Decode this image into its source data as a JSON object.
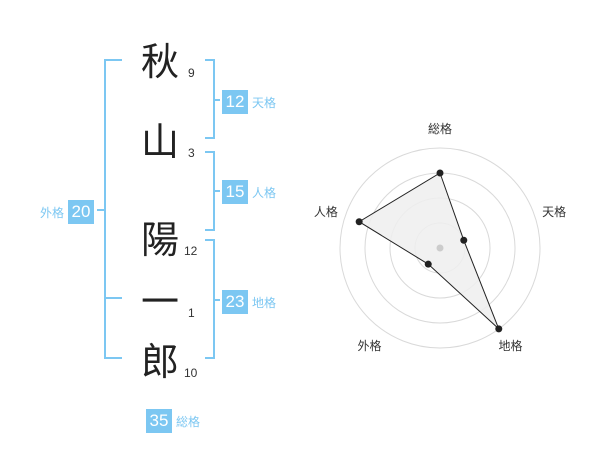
{
  "name": {
    "characters": [
      {
        "char": "秋",
        "strokes": "9"
      },
      {
        "char": "山",
        "strokes": "3"
      },
      {
        "char": "陽",
        "strokes": "12"
      },
      {
        "char": "一",
        "strokes": "1"
      },
      {
        "char": "郎",
        "strokes": "10"
      }
    ]
  },
  "fortune": {
    "tenkaku": {
      "value": "12",
      "label": "天格"
    },
    "jinkaku": {
      "value": "15",
      "label": "人格"
    },
    "chikaku": {
      "value": "23",
      "label": "地格"
    },
    "gaikaku": {
      "value": "20",
      "label": "外格"
    },
    "soukaku": {
      "value": "35",
      "label": "総格"
    }
  },
  "chart_data": {
    "type": "radar",
    "axes": [
      "総格",
      "天格",
      "地格",
      "外格",
      "人格"
    ],
    "values": [
      0.75,
      0.25,
      1.0,
      0.2,
      0.85
    ],
    "rings": 4,
    "colors": {
      "fill": "#eeeeee",
      "line": "#222222",
      "ring": "#d9d9d9",
      "center": "#cccccc"
    }
  },
  "colors": {
    "accent": "#7cc7f2"
  }
}
